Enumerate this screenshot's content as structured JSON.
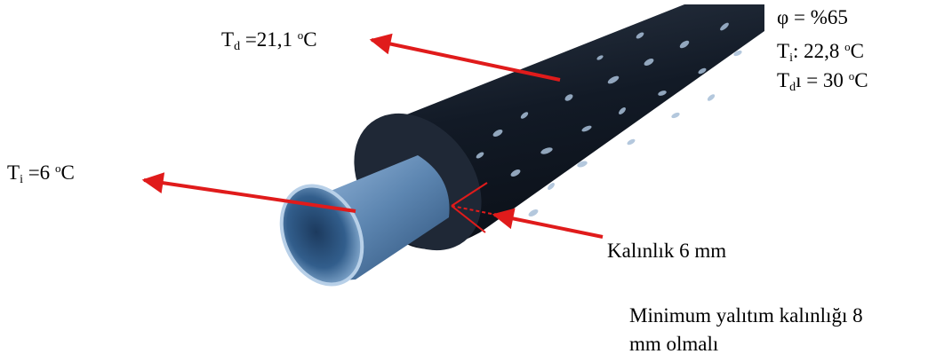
{
  "labels": {
    "dew_point": {
      "symbol": "T",
      "sub": "d",
      "value": " =21,1 ",
      "deg": "o",
      "unit": "C"
    },
    "inner_temp": {
      "symbol": "T",
      "sub": "i",
      "value": " =6 ",
      "deg": "o",
      "unit": "C"
    },
    "humidity": "φ = %65",
    "room_temp": {
      "symbol": "T",
      "sub": "i",
      "value": ": 22,8 ",
      "deg": "o",
      "unit": "C"
    },
    "surface_temp": {
      "symbol": "T",
      "sub": "d",
      "mark": "ı",
      "value": " =  30 ",
      "deg": "o",
      "unit": "C"
    },
    "thickness": "Kalınlık 6 mm",
    "minimum_note": "Minimum yalıtım kalınlığı 8\nmm olmalı"
  },
  "colors": {
    "arrow": "#e01b1b",
    "foam_dark": "#141c29",
    "foam_face": "#1f2836",
    "droplet": "#a8bfd8",
    "pipe_outer": "#7aa0c6",
    "pipe_inner": "#2a4d73"
  },
  "icons": [
    "arrow-icon",
    "pipe-illustration"
  ]
}
